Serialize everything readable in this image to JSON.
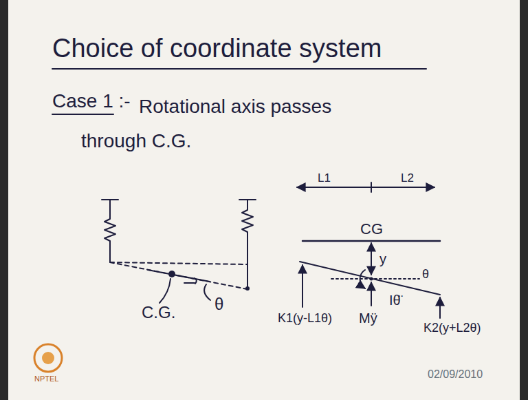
{
  "diagram": {
    "title": "Choice of coordinate system",
    "labels": [
      "Case 1 :-",
      "Rotational axis passes through C.G.",
      "C.G.",
      "θ",
      "L1",
      "L2",
      "CG",
      "y",
      "θ",
      "K1(y-L1θ)",
      "Mÿ",
      "Iθ̈",
      "K2(y+L2θ)",
      "02/09/2010",
      "NPTEL"
    ]
  }
}
